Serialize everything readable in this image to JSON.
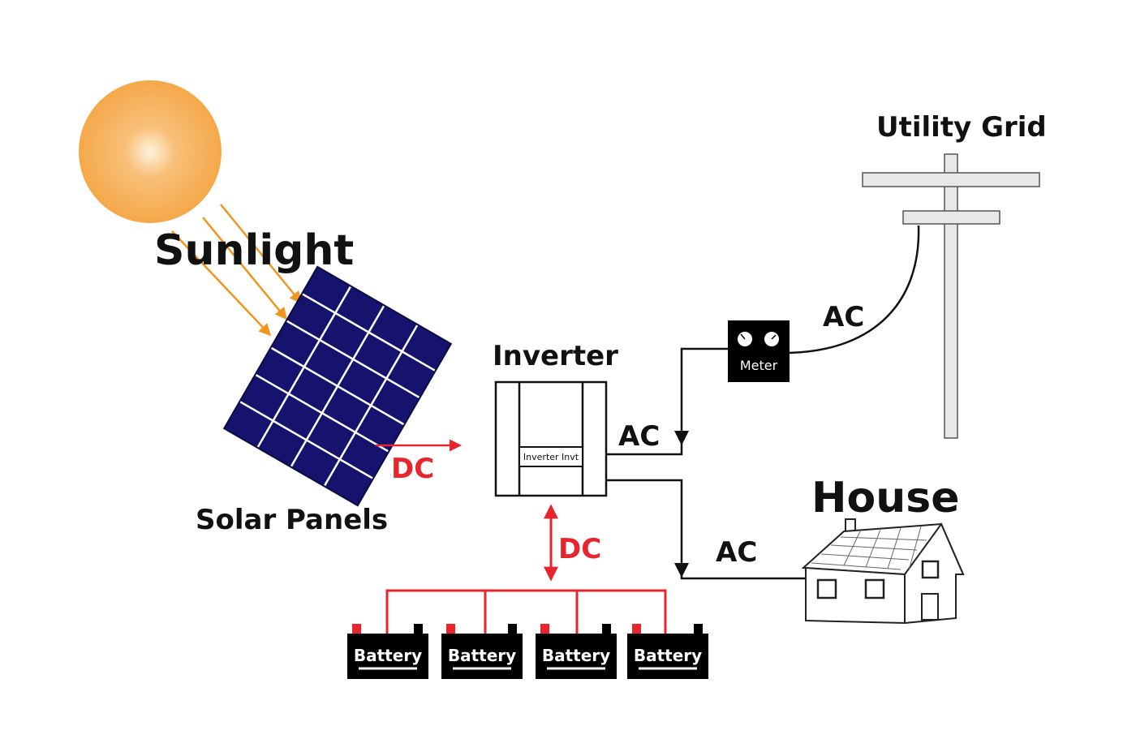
{
  "labels": {
    "sunlight": "Sunlight",
    "solar_panels": "Solar Panels",
    "inverter": "Inverter",
    "inverter_badge": "Inverter Invt",
    "utility_grid": "Utility Grid",
    "meter": "Meter",
    "house": "House",
    "dc_panel": "DC",
    "dc_battery": "DC",
    "ac_grid": "AC",
    "ac_inverter": "AC",
    "ac_house": "AC"
  },
  "batteries": [
    "Battery",
    "Battery",
    "Battery",
    "Battery"
  ],
  "colors": {
    "sun": "#f5a849",
    "sun_center": "#fff3dc",
    "rays": "#f0961e",
    "panel": "#15136e",
    "panel_grid": "#ffffff",
    "dc": "#e8242c",
    "ac": "#111111",
    "battery": "#000000",
    "battery_terminal_pos": "#e8242c"
  }
}
